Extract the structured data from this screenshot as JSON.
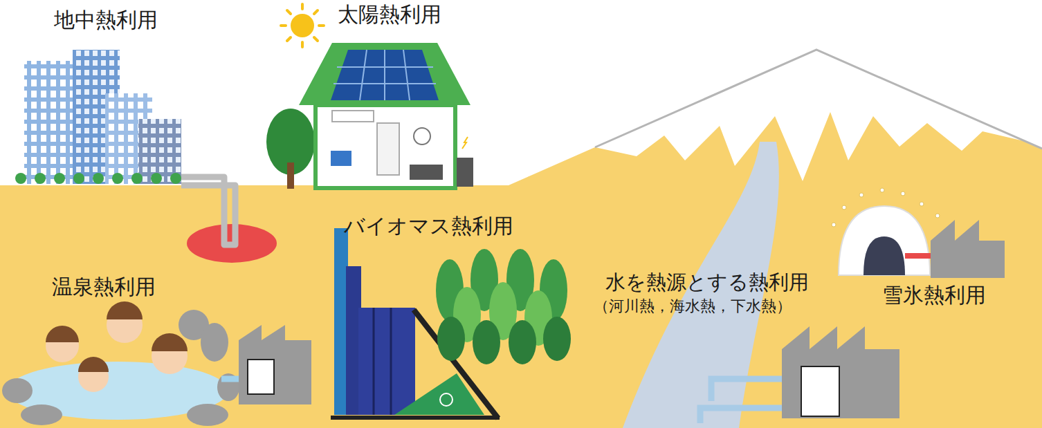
{
  "diagram": {
    "labels": [
      "地中熱利用",
      "太陽熱利用",
      "バイオマス熱利用",
      "温泉熱利用",
      "水を熱源とする熱利用",
      "（河川熱，海水熱，下水熱）",
      "雪氷熱利用"
    ]
  }
}
